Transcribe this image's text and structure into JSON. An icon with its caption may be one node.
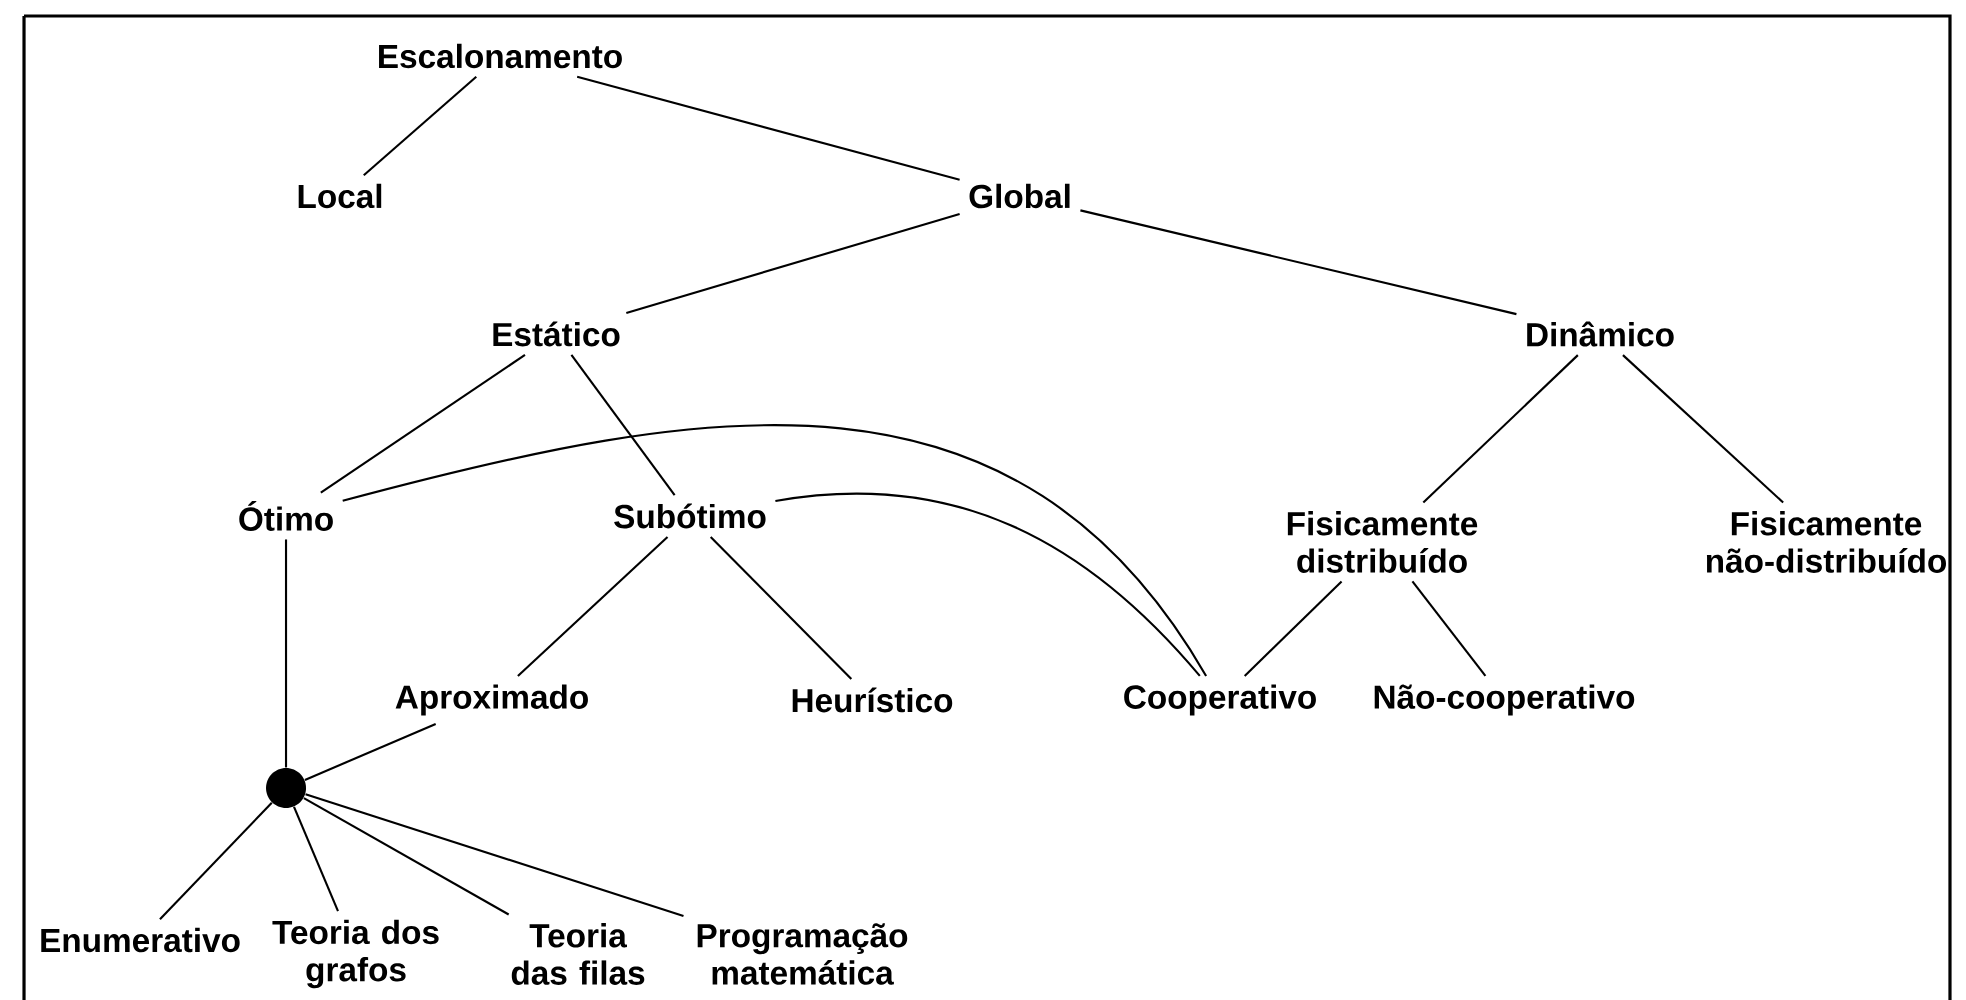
{
  "diagram": {
    "nodes": [
      {
        "text": [
          "Escalonamento"
        ]
      },
      {
        "text": [
          "Local"
        ]
      },
      {
        "text": [
          "Global"
        ]
      },
      {
        "text": [
          "Estático"
        ]
      },
      {
        "text": [
          "Dinâmico"
        ]
      },
      {
        "text": [
          "Ótimo"
        ]
      },
      {
        "text": [
          "Subótimo"
        ]
      },
      {
        "text": [
          "Fisicamente distribuído"
        ]
      },
      {
        "text": [
          "Fisicamente não-distribuído"
        ]
      },
      {
        "text": [
          "Aproximado"
        ]
      },
      {
        "text": [
          "Heurístico"
        ]
      },
      {
        "text": [
          "Cooperativo"
        ]
      },
      {
        "text": [
          "Não-cooperativo"
        ]
      },
      {
        "text": [],
        "shape": "circle"
      },
      {
        "text": [
          "Enumerativo"
        ]
      },
      {
        "text": [
          "Teoria dos grafos"
        ]
      },
      {
        "text": [
          "Teoria das filas"
        ]
      },
      {
        "text": [
          "Programação matemática"
        ]
      }
    ],
    "edges": [
      {
        "from": 0,
        "to": 1,
        "arrow": "none"
      },
      {
        "from": 0,
        "to": 2,
        "arrow": "none"
      },
      {
        "from": 2,
        "to": 3,
        "arrow": "none"
      },
      {
        "from": 2,
        "to": 4,
        "arrow": "none"
      },
      {
        "from": 3,
        "to": 5,
        "arrow": "none"
      },
      {
        "from": 3,
        "to": 6,
        "arrow": "none"
      },
      {
        "from": 4,
        "to": 7,
        "arrow": "none"
      },
      {
        "from": 4,
        "to": 8,
        "arrow": "none"
      },
      {
        "from": 5,
        "to": 11,
        "arrow": "none"
      },
      {
        "from": 6,
        "to": 11,
        "arrow": "none"
      },
      {
        "from": 6,
        "to": 9,
        "arrow": "none"
      },
      {
        "from": 6,
        "to": 10,
        "arrow": "none"
      },
      {
        "from": 7,
        "to": 11,
        "arrow": "none"
      },
      {
        "from": 7,
        "to": 12,
        "arrow": "none"
      },
      {
        "from": 5,
        "to": 13,
        "arrow": "none"
      },
      {
        "from": 9,
        "to": 13,
        "arrow": "none"
      },
      {
        "from": 13,
        "to": 14,
        "arrow": "none"
      },
      {
        "from": 13,
        "to": 15,
        "arrow": "none"
      },
      {
        "from": 13,
        "to": 16,
        "arrow": "none"
      },
      {
        "from": 13,
        "to": 17,
        "arrow": "none"
      }
    ]
  }
}
